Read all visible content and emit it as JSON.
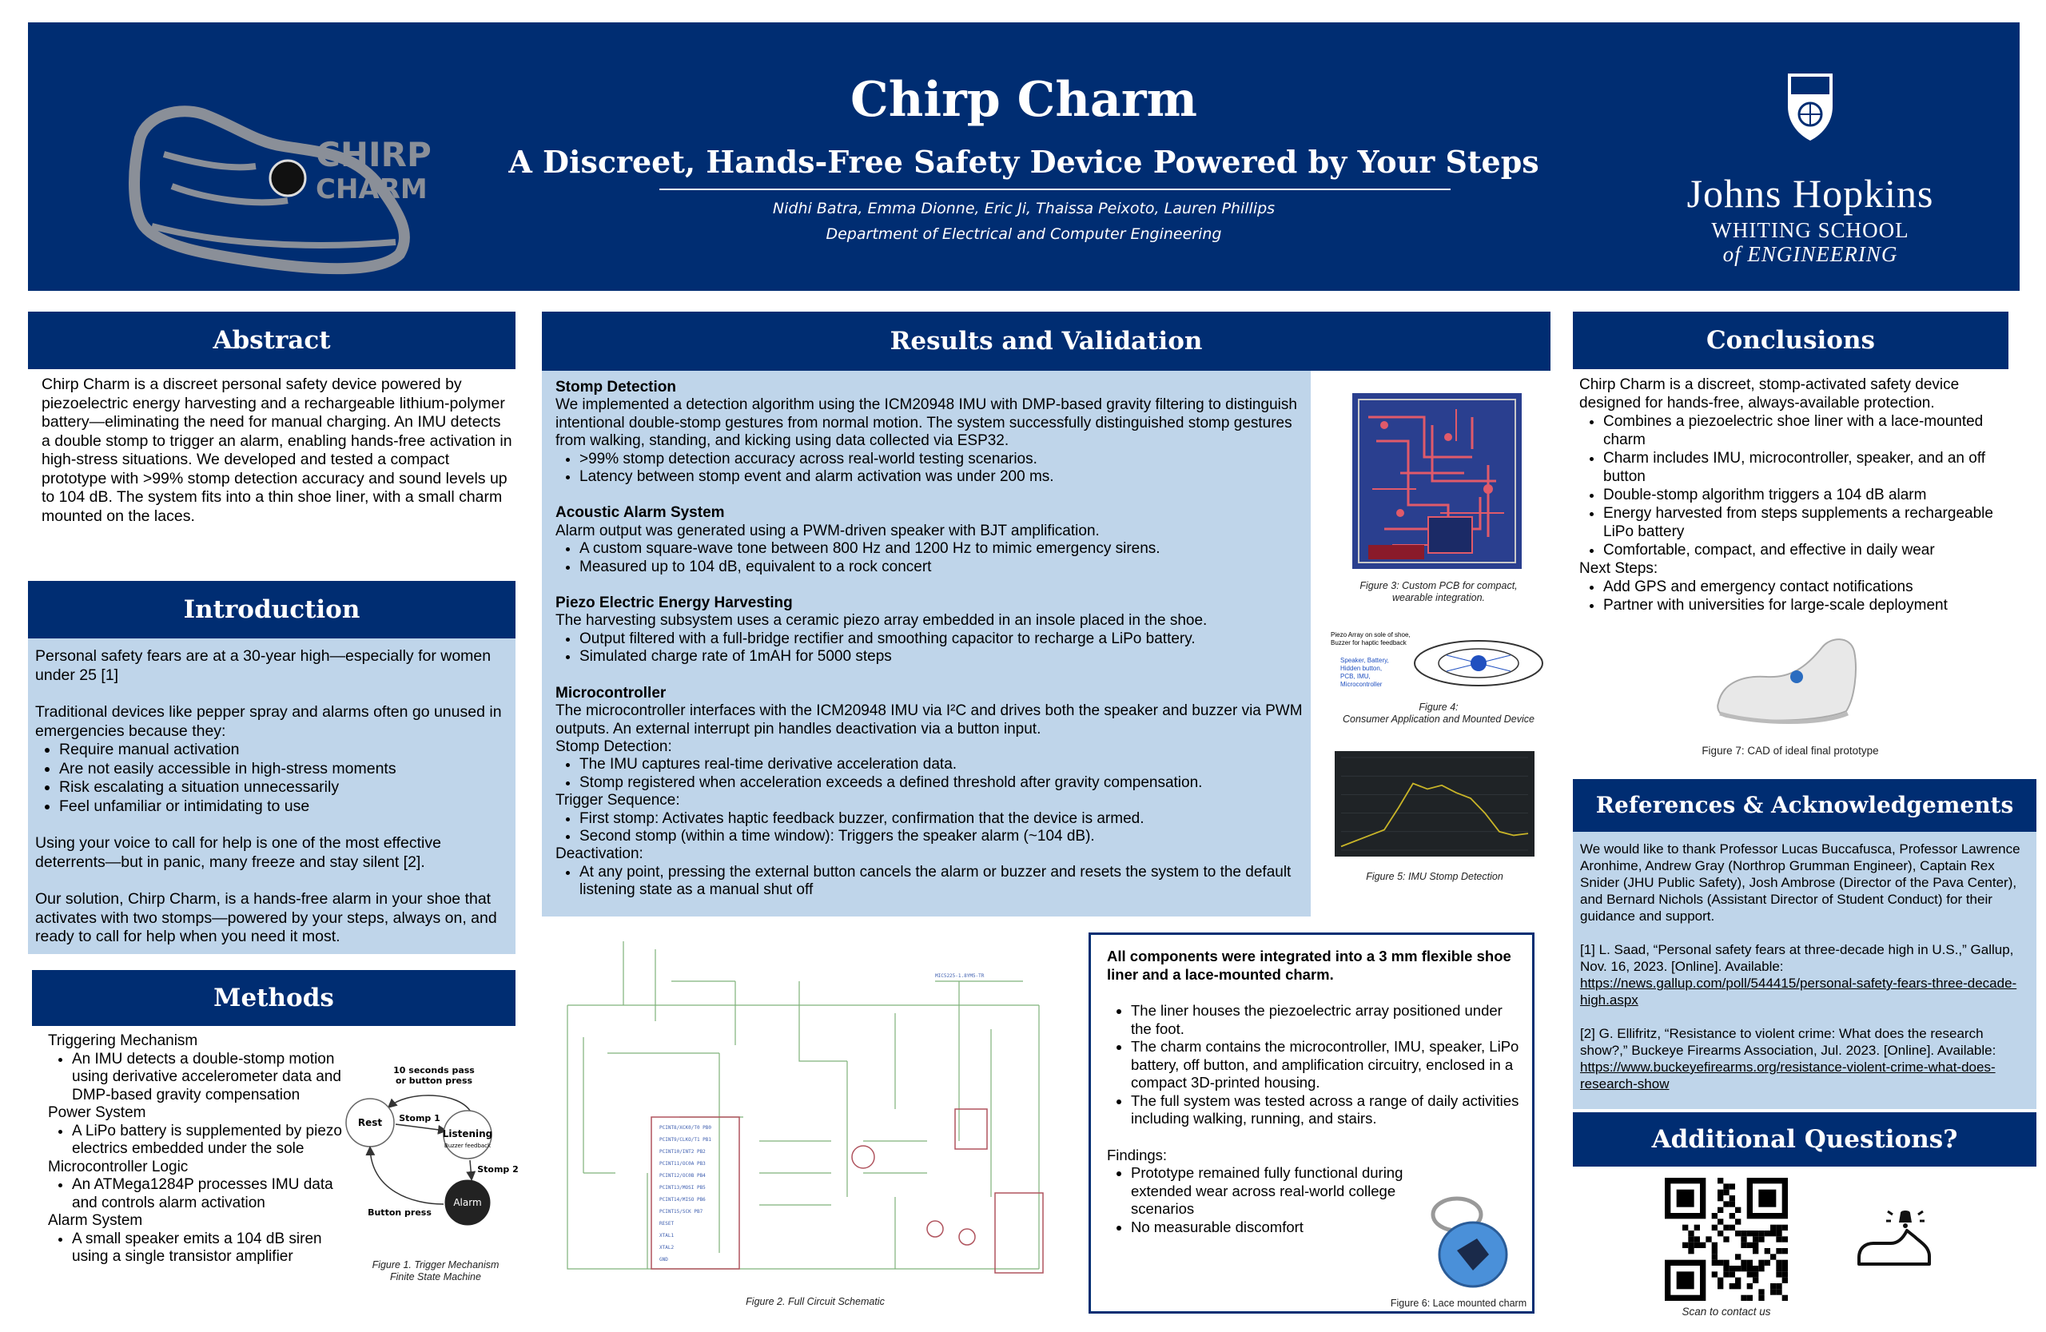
{
  "header": {
    "title": "Chirp Charm",
    "subtitle": "A Discreet, Hands-Free Safety Device Powered by Your Steps",
    "authors": "Nidhi Batra, Emma Dionne, Eric Ji, Thaissa Peixoto, Lauren Phillips",
    "department": "Department of Electrical and Computer Engineering",
    "logo_line1": "CHIRP",
    "logo_line2": "CHARM",
    "university": "Johns Hopkins",
    "school_line1": "WHITING SCHOOL",
    "school_line2": "of ENGINEERING"
  },
  "abstract": {
    "heading": "Abstract",
    "text": "Chirp Charm is a discreet personal safety device powered by piezoelectric energy harvesting and a rechargeable lithium-polymer battery—eliminating the need for manual charging. An IMU detects a double stomp to trigger an alarm, enabling hands-free activation in high-stress situations. We developed and tested a compact prototype with >99% stomp detection accuracy and sound levels up to 104 dB. The system fits into a thin shoe liner, with a small charm mounted on the laces."
  },
  "introduction": {
    "heading": "Introduction",
    "p1": "Personal safety fears are at a 30-year high—especially for women under 25 [1]",
    "p2": "Traditional devices like pepper spray and alarms often go unused in emergencies because they:",
    "bullets": [
      "Require manual activation",
      "Are not easily accessible in high-stress moments",
      "Risk escalating a situation unnecessarily",
      "Feel unfamiliar or intimidating to use"
    ],
    "p3": "Using your voice to call for help is one of the most effective deterrents—but in panic, many freeze and stay silent [2].",
    "p4": "Our solution, Chirp Charm, is a hands-free alarm in your shoe that activates with two stomps—powered by your steps, always on, and ready to call for help when you need it most."
  },
  "methods": {
    "heading": "Methods",
    "items": [
      {
        "label": "Triggering Mechanism",
        "bullet": "An IMU detects a double-stomp motion using derivative accelerometer data and DMP-based gravity compensation"
      },
      {
        "label": "Power System",
        "bullet": "A LiPo battery is supplemented by piezo electrics embedded under the sole"
      },
      {
        "label": "Microcontroller Logic",
        "bullet": "An ATMega1284P processes IMU data and controls alarm activation"
      },
      {
        "label": "Alarm System",
        "bullet": "A small speaker emits a 104 dB siren using a single transistor amplifier"
      }
    ],
    "fsm": {
      "top_label_1": "10 seconds pass",
      "top_label_2": "or button press",
      "rest": "Rest",
      "stomp1": "Stomp 1",
      "listening": "Listening",
      "buzzer": "Buzzer feedback",
      "stomp2": "Stomp 2",
      "alarm": "Alarm",
      "button_press": "Button press"
    },
    "fig1_caption_1": "Figure 1. Trigger Mechanism",
    "fig1_caption_2": "Finite State Machine"
  },
  "results": {
    "heading": "Results and Validation",
    "stomp_title": "Stomp Detection",
    "stomp_text": "We implemented a detection algorithm using the ICM20948 IMU with DMP-based gravity filtering to distinguish intentional double-stomp gestures from normal motion. The system successfully distinguished stomp gestures from walking, standing, and kicking using data collected via ESP32.",
    "stomp_bullets": [
      ">99% stomp detection accuracy across real-world testing scenarios.",
      "Latency between stomp event and alarm activation was under 200 ms."
    ],
    "acoustic_title": "Acoustic Alarm System",
    "acoustic_text": "Alarm output was generated using a PWM-driven speaker with BJT amplification.",
    "acoustic_bullets": [
      "A custom square-wave tone between 800 Hz and 1200 Hz to mimic emergency sirens.",
      "Measured up to 104 dB, equivalent to a rock concert"
    ],
    "piezo_title": "Piezo Electric Energy Harvesting",
    "piezo_text": "The harvesting subsystem uses a ceramic piezo array embedded in an insole placed in the shoe.",
    "piezo_bullets": [
      "Output filtered with a full-bridge rectifier and smoothing capacitor to recharge a LiPo battery.",
      "Simulated charge rate of 1mAH for 5000 steps"
    ],
    "micro_title": "Microcontroller",
    "micro_text": "The microcontroller interfaces with the ICM20948 IMU via I²C and drives both the speaker and buzzer via PWM outputs. An external interrupt pin handles deactivation via a button input.",
    "stomp_det_label": "Stomp Detection:",
    "stomp_det_bullets": [
      "The IMU captures real-time derivative acceleration data.",
      "Stomp registered when acceleration exceeds a defined threshold after gravity compensation."
    ],
    "trigger_label": "Trigger Sequence:",
    "trigger_bullets": [
      "First stomp: Activates haptic feedback buzzer, confirmation that the device is armed.",
      "Second stomp (within a time window): Triggers the speaker alarm (~104 dB)."
    ],
    "deact_label": "Deactivation:",
    "deact_bullets": [
      "At any point, pressing the external button cancels the alarm or buzzer and resets the system to the default listening state as a manual shut off"
    ],
    "fig3_caption_1": "Figure 3: Custom PCB for compact,",
    "fig3_caption_2": "wearable integration.",
    "fig4_note_1": "Piezo Array on sole of shoe,",
    "fig4_note_2": "Buzzer for haptic feedback",
    "fig4_note_3": "Speaker, Battery,",
    "fig4_note_4": "Hidden button,",
    "fig4_note_5": "PCB, IMU,",
    "fig4_note_6": "Microcontroller",
    "fig4_caption_1": "Figure 4:",
    "fig4_caption_2": "Consumer Application and Mounted Device",
    "fig5_caption": "Figure 5: IMU Stomp Detection",
    "fig2_caption": "Figure 2. Full Circuit Schematic"
  },
  "integration": {
    "title": "All components were integrated into a 3 mm flexible shoe liner and a lace-mounted charm.",
    "bullets": [
      "The liner houses the piezoelectric array positioned under the foot.",
      "The charm contains the microcontroller, IMU, speaker, LiPo battery, off button, and amplification circuitry, enclosed in a compact 3D-printed housing.",
      "The full system was tested across a range of daily activities including walking, running, and stairs."
    ],
    "findings_label": "Findings:",
    "findings_bullets": [
      "Prototype remained fully functional during extended wear across real-world college scenarios",
      "No measurable discomfort"
    ],
    "fig6_caption": "Figure 6: Lace mounted charm"
  },
  "conclusions": {
    "heading": "Conclusions",
    "intro": "Chirp Charm is a discreet, stomp-activated safety device designed for hands-free, always-available protection.",
    "bullets": [
      "Combines a piezoelectric shoe liner with a lace-mounted charm",
      "Charm includes IMU, microcontroller, speaker, and an off button",
      "Double-stomp algorithm triggers a 104 dB alarm",
      "Energy harvested from steps supplements a rechargeable LiPo battery",
      "Comfortable, compact, and effective in daily wear"
    ],
    "next_label": "Next Steps:",
    "next_bullets": [
      "Add GPS and emergency contact notifications",
      "Partner with universities for large-scale deployment"
    ],
    "fig7_caption": "Figure 7: CAD of ideal final prototype"
  },
  "references": {
    "heading": "References & Acknowledgements",
    "ack": "We would like to thank Professor Lucas Buccafusca, Professor Lawrence Aronhime, Andrew Gray (Northrop Grumman Engineer), Captain Rex Snider (JHU Public Safety), Josh Ambrose (Director of the Pava Center), and Bernard Nichols (Assistant Director of Student Conduct) for their guidance and support.",
    "ref1_text": "[1] L. Saad, “Personal safety fears at three-decade high in U.S.,” Gallup, Nov. 16, 2023. [Online]. Available: ",
    "ref1_link": "https://news.gallup.com/poll/544415/personal-safety-fears-three-decade-high.aspx",
    "ref2_text": "[2] G. Ellifritz, “Resistance to violent crime: What does the research show?,” Buckeye Firearms Association, Jul. 2023. [Online]. Available: ",
    "ref2_link": "https://www.buckeyefirearms.org/resistance-violent-crime-what-does-research-show"
  },
  "questions": {
    "heading": "Additional Questions?",
    "qr_caption": "Scan to contact us"
  },
  "chart_data": {
    "type": "line",
    "x": [
      0,
      1,
      2,
      3,
      4,
      5,
      6,
      7,
      8,
      9,
      10,
      11,
      12,
      13
    ],
    "series": [
      {
        "values": [
          0.2,
          0.5,
          0.8,
          1.1,
          2.3,
          3.6,
          3.3,
          3.5,
          3.1,
          2.8,
          2.0,
          1.0,
          0.8,
          0.9
        ]
      }
    ],
    "title": "",
    "xlabel": "",
    "ylabel": "",
    "ylim": [
      0,
      5
    ],
    "grid": true,
    "colors": {
      "line": "#c8b428",
      "background": "#1f2326",
      "grid": "#3a3f44"
    }
  },
  "colors": {
    "navy": "#002d72",
    "light_blue": "#bfd5ea"
  }
}
